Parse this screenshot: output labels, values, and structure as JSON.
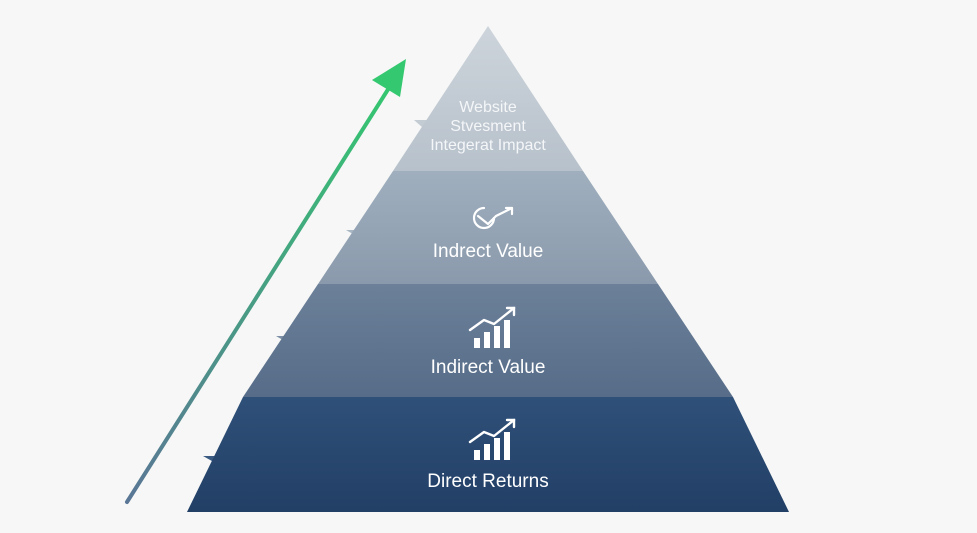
{
  "diagram": {
    "tiers": [
      {
        "lines": [
          "Website",
          "Stvesment",
          "Integerat Impact"
        ],
        "icon": "none"
      },
      {
        "lines": [
          "Indrect Value"
        ],
        "icon": "refresh-chart-icon"
      },
      {
        "lines": [
          "Indirect Value"
        ],
        "icon": "bar-chart-up-icon"
      },
      {
        "lines": [
          "Direct Returns"
        ],
        "icon": "bar-chart-up-icon"
      }
    ],
    "colors": {
      "background": "#f6f7f6",
      "tier_1": "#c3cbd3",
      "tier_2": "#94a4b4",
      "tier_3": "#617691",
      "tier_4": "#2a4a72",
      "label_light": "#ffffff",
      "label_top": "#f3f5f7",
      "arrow_top": "#34c870",
      "arrow_bottom": "#5a7696"
    },
    "growth_arrow_icon": "diagonal-up-arrow-icon"
  }
}
